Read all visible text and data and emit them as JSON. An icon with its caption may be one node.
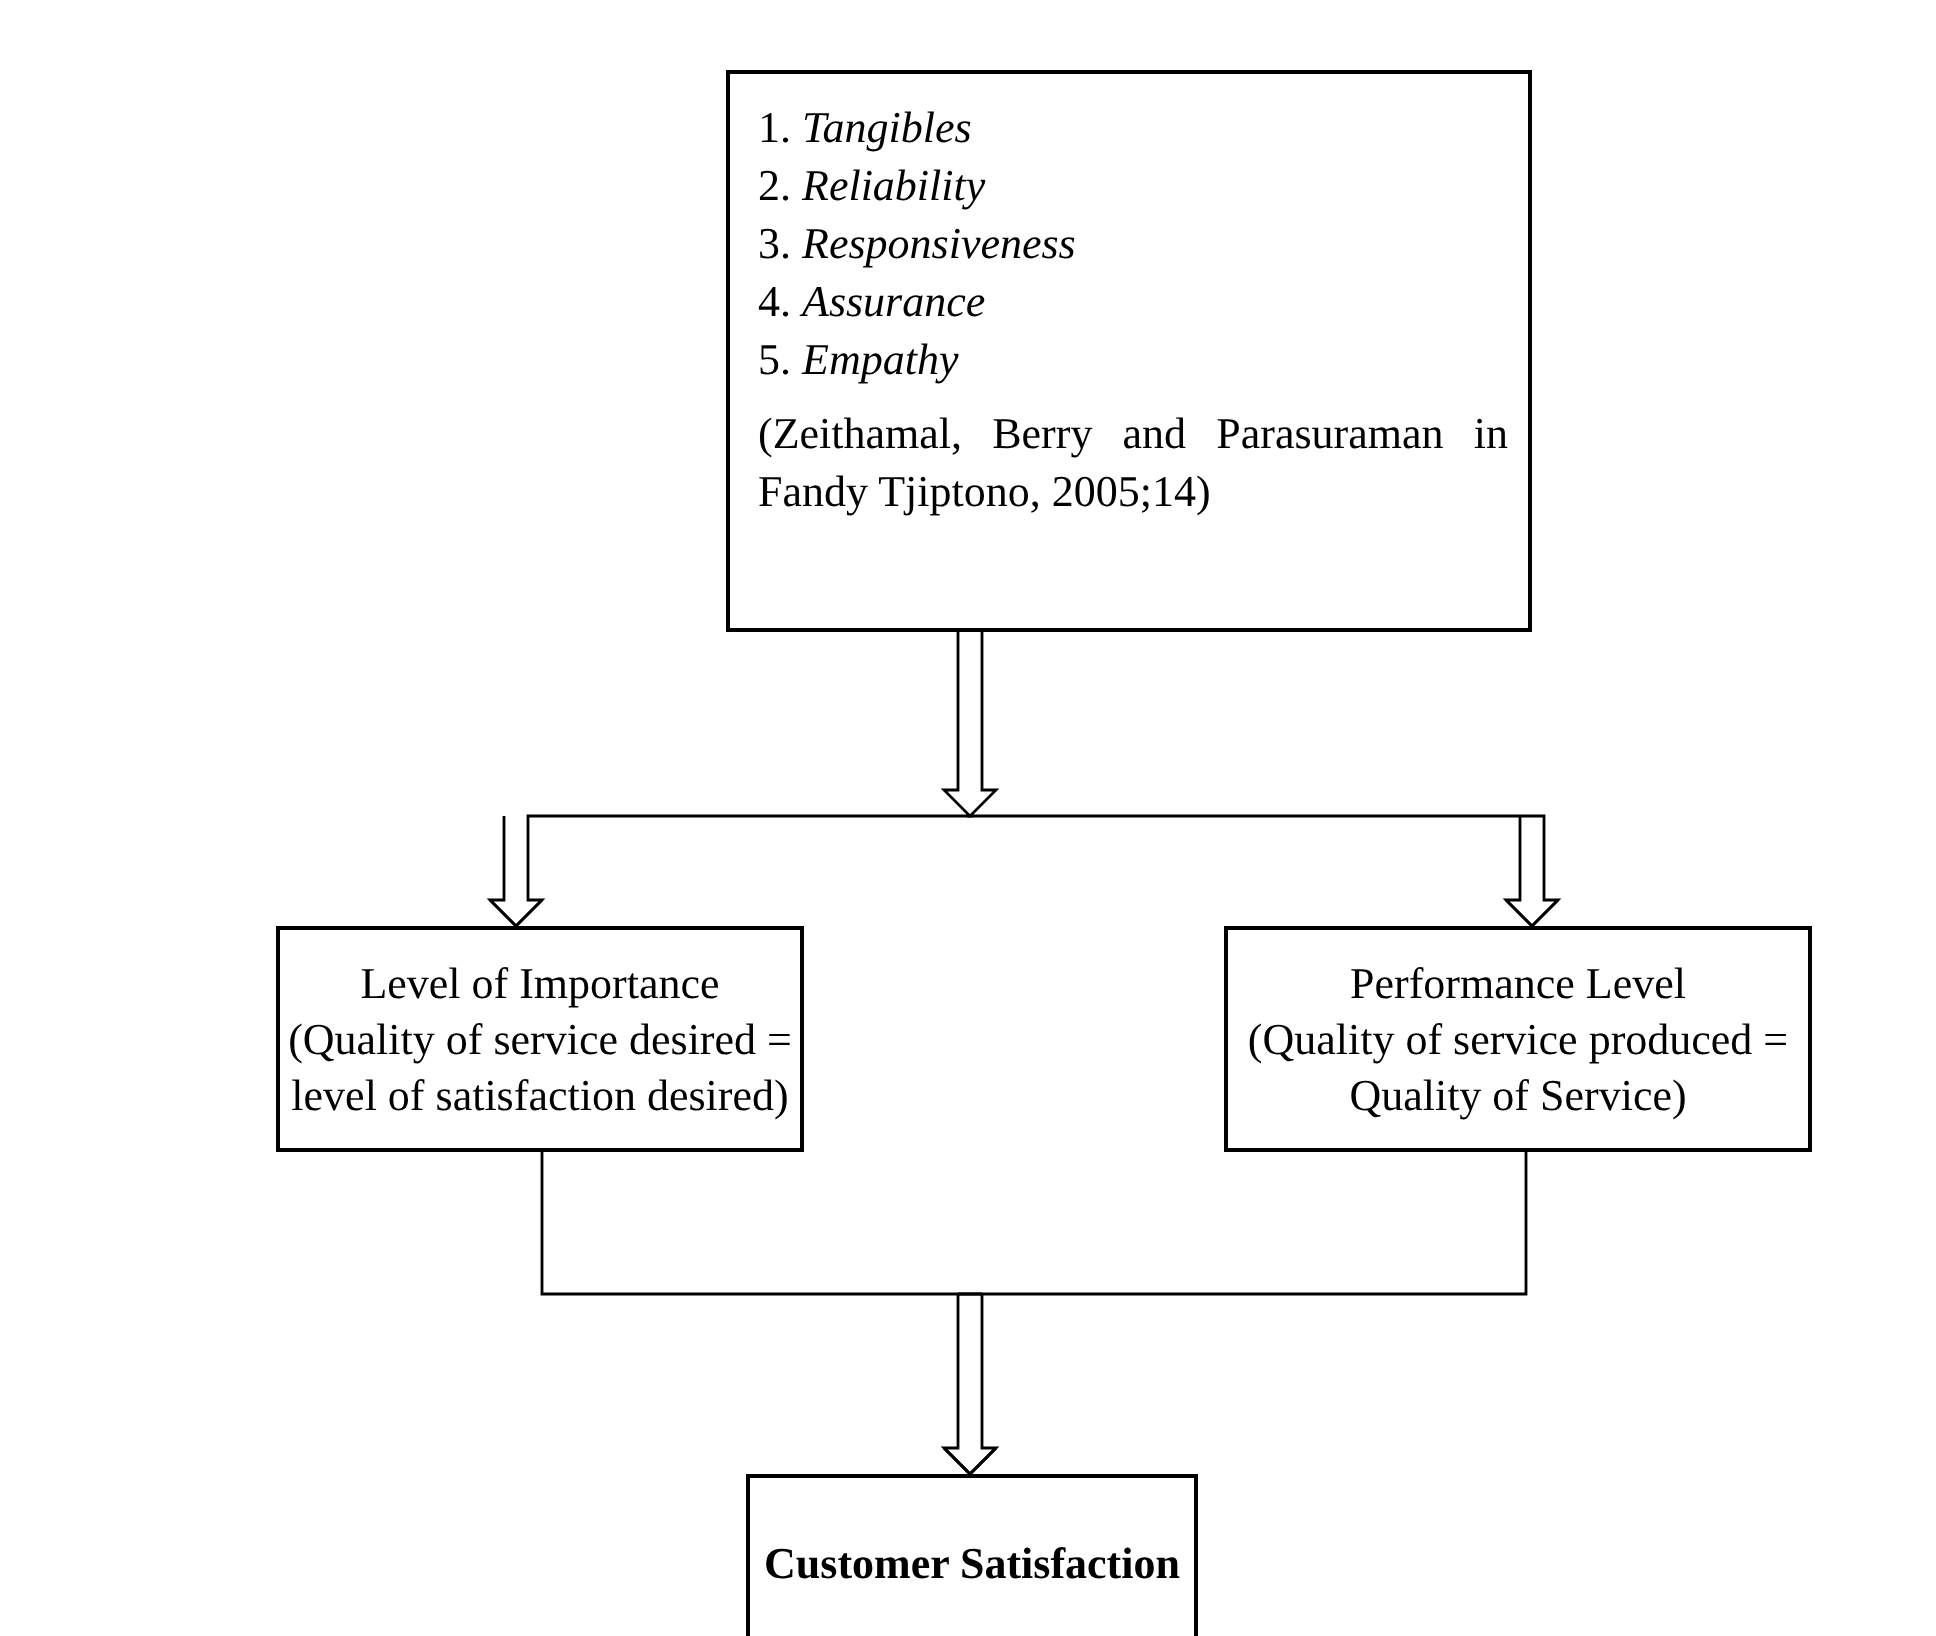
{
  "diagram": {
    "nodes": [
      {
        "text": [
          "1. *Tangibles*",
          "2. *Reliability*",
          "3. *Responsiveness*",
          "4. *Assurance*",
          "5. *Empathy*",
          "(Zeithamal, Berry and Parasuraman in Fandy Tjiptono, 2005;14)"
        ]
      },
      {
        "text": [
          "Level of Importance",
          "(Quality of service desired = level of satisfaction desired)"
        ]
      },
      {
        "text": [
          "Performance Level",
          "(Quality of service produced = Quality of Service)"
        ]
      },
      {
        "text": [
          "Customer Satisfaction"
        ]
      }
    ],
    "edges": [
      {
        "from": 0,
        "to": 1,
        "arrow": "to"
      },
      {
        "from": 0,
        "to": 2,
        "arrow": "to"
      },
      {
        "from": 1,
        "to": 3,
        "arrow": "to"
      },
      {
        "from": 2,
        "to": 3,
        "arrow": "to"
      }
    ]
  }
}
